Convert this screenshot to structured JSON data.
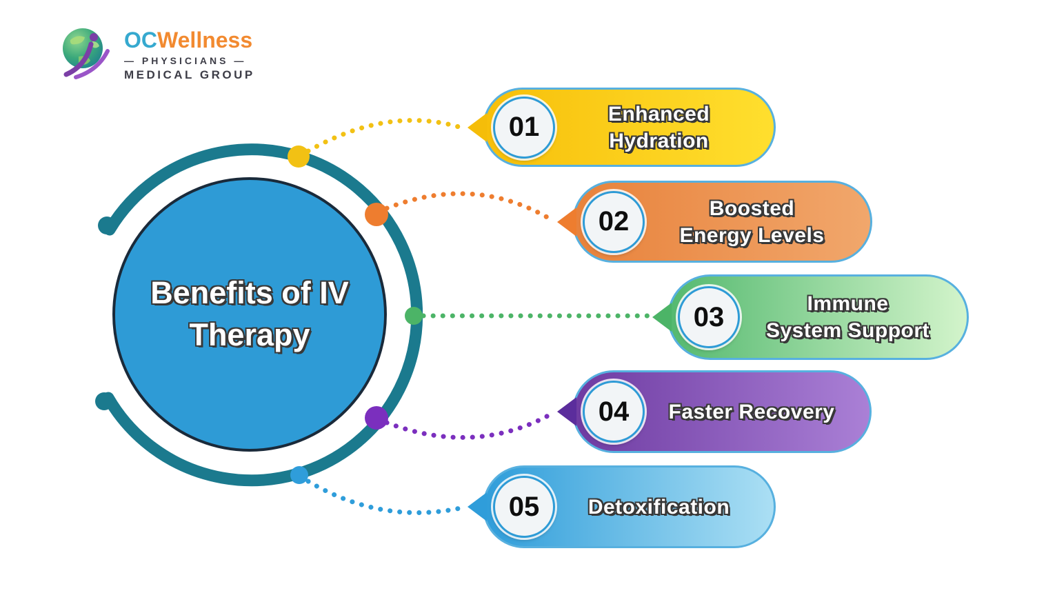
{
  "logo": {
    "icon": "globe-with-figure-icon",
    "brand_first": "OC",
    "brand_second": "Wellness",
    "line1": "— PHYSICIANS —",
    "line2": "MEDICAL GROUP",
    "colors": {
      "first": "#36A9CF",
      "second": "#F28A30",
      "subtext": "#3D3D47"
    }
  },
  "center": {
    "title": "Benefits of IV\nTherapy",
    "fill_color": "#2E9BD6",
    "border_color": "#1A2A3A",
    "ring_color": "#1B7A8E"
  },
  "items": [
    {
      "number": "01",
      "label": "Enhanced\nHydration",
      "gradient_start": "#F7BF0A",
      "gradient_end": "#FFDF2E",
      "accent": "#F5BD09"
    },
    {
      "number": "02",
      "label": "Boosted\nEnergy Levels",
      "gradient_start": "#E8823B",
      "gradient_end": "#F1A76C",
      "accent": "#EE7D2F"
    },
    {
      "number": "03",
      "label": "Immune\nSystem Support",
      "gradient_start": "#54B96F",
      "gradient_end": "#D3F4CB",
      "accent": "#4CB467"
    },
    {
      "number": "04",
      "label": "Faster Recovery",
      "gradient_start": "#6E3BA2",
      "gradient_end": "#AA80D6",
      "accent": "#5B2D9C"
    },
    {
      "number": "05",
      "label": "Detoxification",
      "gradient_start": "#2F9DDA",
      "gradient_end": "#ABDFF4",
      "accent": "#2F9DDA"
    }
  ]
}
